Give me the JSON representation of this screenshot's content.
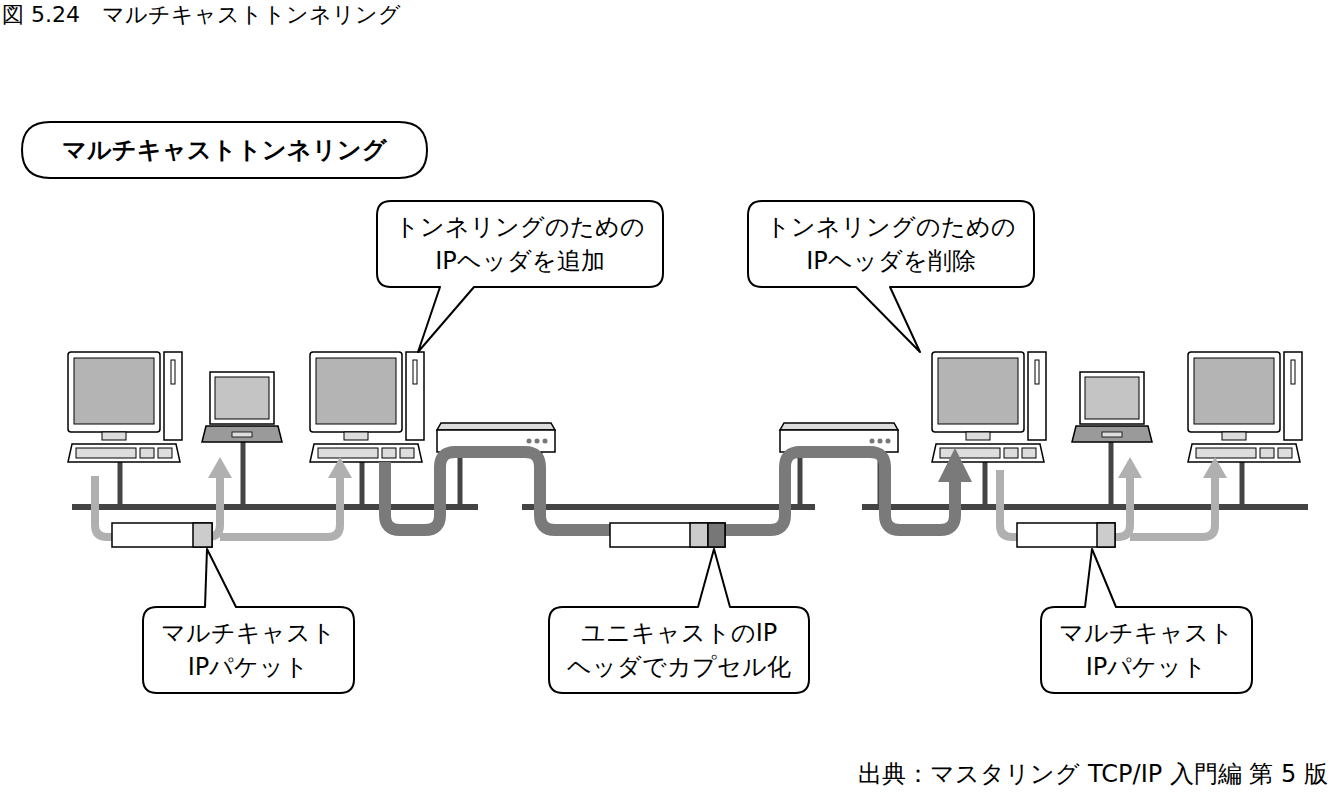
{
  "diagram": {
    "title": "図 5.24　マルチキャストトンネリング",
    "nodes": [
      {
        "text": [
          "マルチキャストトンネリング"
        ]
      },
      {
        "text": [
          "トンネリングのための IPヘッダを追加"
        ]
      },
      {
        "text": [
          "トンネリングのための IPヘッダを削除"
        ]
      },
      {
        "text": [
          "マルチキャスト IPパケット"
        ]
      },
      {
        "text": [
          "ユニキャストのIP ヘッダでカプセル化"
        ]
      },
      {
        "text": [
          "マルチキャスト IPパケット"
        ]
      }
    ],
    "labels": [
      "出典：マスタリング TCP/IP 入門編 第 5 版"
    ]
  }
}
